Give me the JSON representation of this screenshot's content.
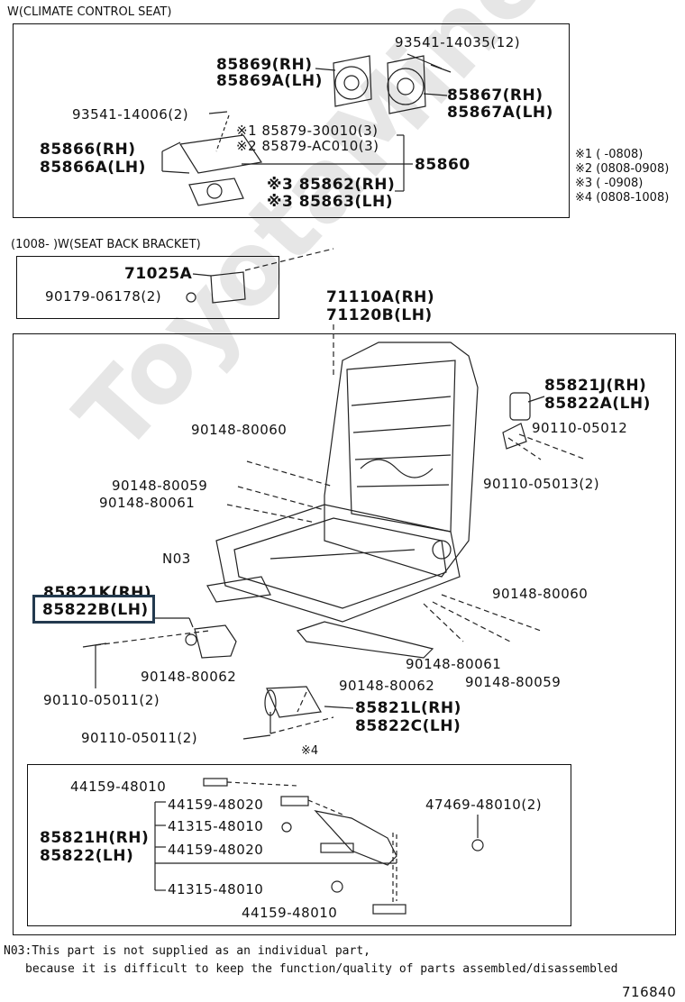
{
  "watermark": "ToyotaMine.ru",
  "climate_section": {
    "title": "W(CLIMATE CONTROL SEAT)",
    "parts": {
      "p93541_14035": "93541-14035(12)",
      "p85869": "85869(RH)",
      "p85869a": "85869A(LH)",
      "p85867": "85867(RH)",
      "p85867a": "85867A(LH)",
      "p93541_14006": "93541-14006(2)",
      "p85879_30010": "※1 85879-30010(3)",
      "p85879_ac010": "※2 85879-AC010(3)",
      "p85866": "85866(RH)",
      "p85866a": "85866A(LH)",
      "p85860": "85860",
      "p85862": "※3 85862(RH)",
      "p85863": "※3 85863(LH)"
    }
  },
  "footnotes": [
    "※1 (     -0808)",
    "※2 (0808-0908)",
    "※3 (     -0908)",
    "※4 (0808-1008)"
  ],
  "bracket_section": {
    "title": "(1008-      )W(SEAT BACK BRACKET)",
    "p71025a": "71025A",
    "p90179": "90179-06178(2)"
  },
  "main_section": {
    "p71110a": "71110A(RH)",
    "p71120b": "71120B(LH)",
    "p85821j": "85821J(RH)",
    "p85822a": "85822A(LH)",
    "p90110_05012": "90110-05012",
    "p90110_05013": "90110-05013(2)",
    "p90148_80060_top": "90148-80060",
    "p90148_80059_left": "90148-80059",
    "p90148_80061_left": "90148-80061",
    "n03": "N03",
    "p85821k": "85821K(RH)",
    "p85822b": "85822B(LH)",
    "p90148_80060_right": "90148-80060",
    "p90148_80061_right": "90148-80061",
    "p90148_80059_right": "90148-80059",
    "p90148_80062_a": "90148-80062",
    "p90110_05011_a": "90110-05011(2)",
    "p90148_80062_b": "90148-80062",
    "p85821l": "85821L(RH)",
    "p85822c": "85822C(LH)",
    "p90110_05011_b": "90110-05011(2)"
  },
  "motor_section": {
    "note_mark": "※4",
    "p44159_48010_top": "44159-48010",
    "p44159_48020_a": "44159-48020",
    "p41315_48010_a": "41315-48010",
    "p85821h": "85821H(RH)",
    "p85822": "85822(LH)",
    "p44159_48020_b": "44159-48020",
    "p41315_48010_b": "41315-48010",
    "p44159_48010_bottom": "44159-48010",
    "p47469_48010": "47469-48010(2)"
  },
  "note": {
    "line1": "N03:This part is not supplied as an individual part,",
    "line2": "because it is difficult to keep the function/quality of parts assembled/disassembled"
  },
  "diagram_number": "716840"
}
